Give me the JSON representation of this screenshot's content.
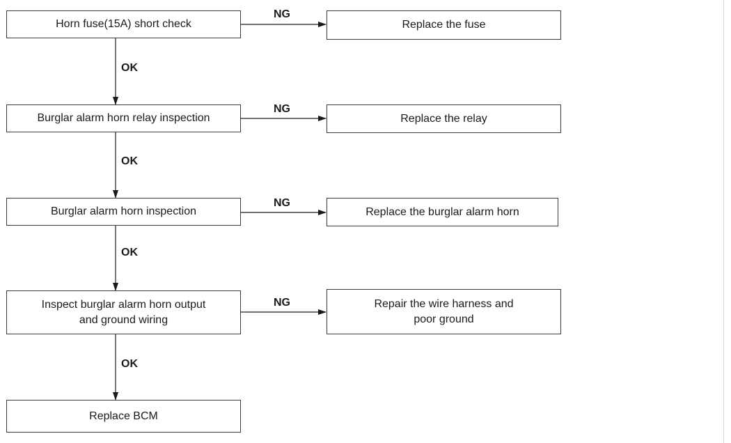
{
  "steps": [
    {
      "text": "Horn fuse(15A) short check",
      "fail_text": "Replace the fuse"
    },
    {
      "text": "Burglar alarm horn relay inspection",
      "fail_text": "Replace the relay"
    },
    {
      "text": "Burglar alarm horn inspection",
      "fail_text": "Replace the burglar alarm horn"
    },
    {
      "text": "Inspect burglar alarm horn output\nand ground wiring",
      "fail_text": "Repair the wire harness and\npoor ground"
    }
  ],
  "final_step": {
    "text": "Replace BCM"
  },
  "labels": {
    "ng": "NG",
    "ok": "OK"
  },
  "colors": {
    "line": "#1a1a1a",
    "border": "#3a3a3a"
  }
}
